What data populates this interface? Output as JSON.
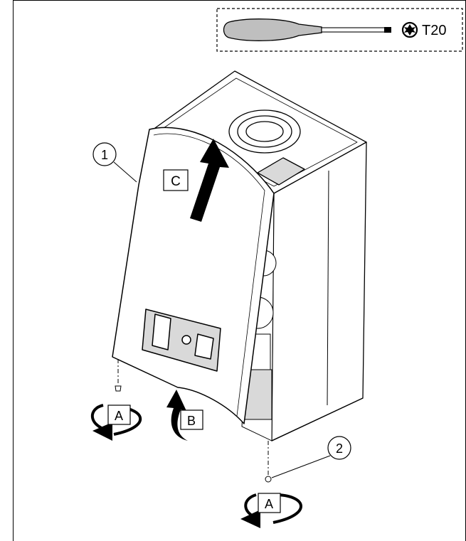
{
  "tool_box": {
    "icon": "torx-screwdriver-icon",
    "bit_label": "T20"
  },
  "callouts": {
    "c1": "1",
    "c2": "2"
  },
  "steps": {
    "a1": "A",
    "b": "B",
    "c": "C",
    "a2": "A"
  },
  "colors": {
    "line": "#000000",
    "tool_fill": "#bfbfbf",
    "shade": "#d9d9d9",
    "white": "#ffffff"
  }
}
